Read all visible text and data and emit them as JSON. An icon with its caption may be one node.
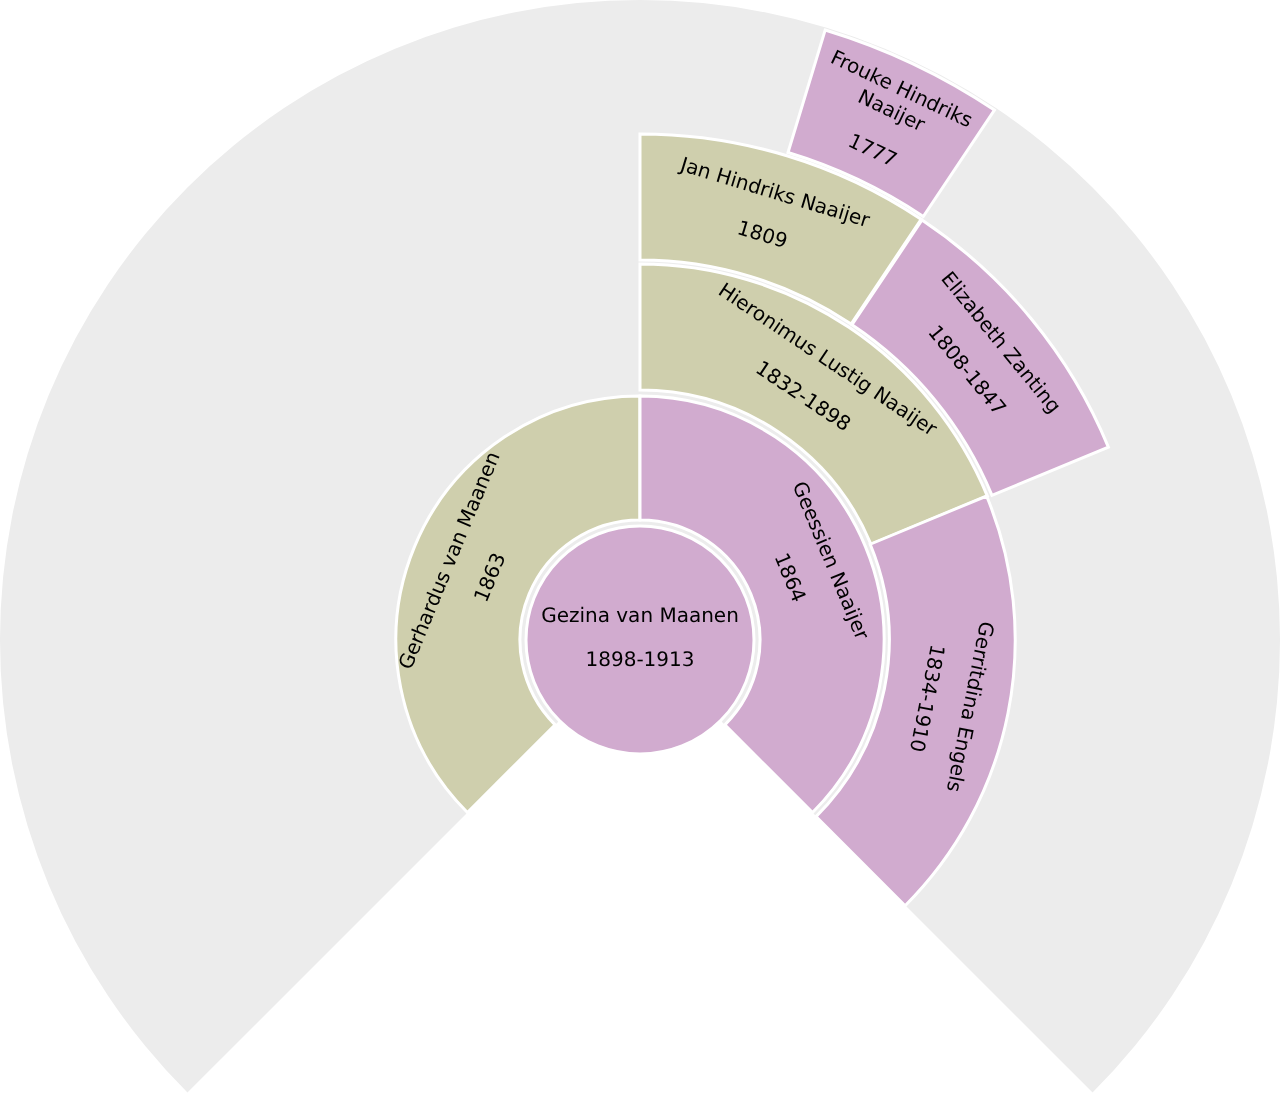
{
  "diagram": {
    "nodes": [
      {
        "text": [
          "Gezina van Maanen",
          "1898-1913"
        ]
      },
      {
        "text": [
          "Gerhardus van Maanen",
          "1863"
        ]
      },
      {
        "text": [
          "Geessien Naaijer",
          "1864"
        ]
      },
      {
        "text": [
          "Hieronimus Lustig Naaijer",
          "1832-1898"
        ]
      },
      {
        "text": [
          "Gerritdina Engels",
          "1834-1910"
        ]
      },
      {
        "text": [
          "Jan Hindriks Naaijer",
          "1809"
        ]
      },
      {
        "text": [
          "Elizabeth Zanting",
          "1808-1847"
        ]
      },
      {
        "text": [
          "Frouke Hindriks Naaijer",
          "1777"
        ]
      }
    ]
  }
}
